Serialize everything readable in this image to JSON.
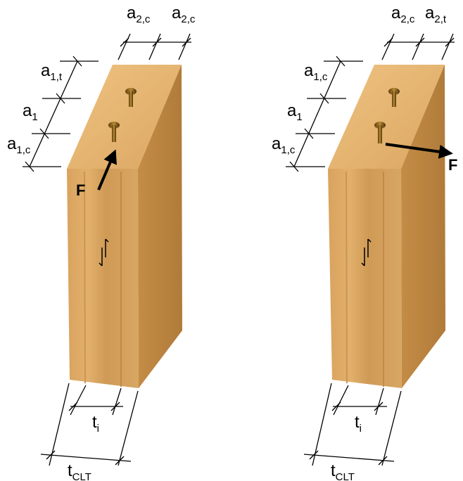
{
  "colors": {
    "wood_top": "#e7b56f",
    "wood_front": "#d7a566",
    "wood_side": "#c38e4a",
    "screw": "#9c6b1c",
    "ink": "#000000"
  },
  "panels": [
    {
      "id": "left",
      "labels": {
        "a1t_base": "a",
        "a1t_sub": "1,t",
        "a1_base": "a",
        "a1_sub": "1",
        "a1c_base": "a",
        "a1c_sub": "1,c",
        "a2c1_base": "a",
        "a2c1_sub": "2,c",
        "a2c2_base": "a",
        "a2c2_sub": "2,c",
        "force": "F",
        "ti_base": "t",
        "ti_sub": "i",
        "tclt_base": "t",
        "tclt_sub": "CLT"
      }
    },
    {
      "id": "right",
      "labels": {
        "a1t_base": "a",
        "a1t_sub": "1,c",
        "a1_base": "a",
        "a1_sub": "1",
        "a1c_base": "a",
        "a1c_sub": "1,c",
        "a2c1_base": "a",
        "a2c1_sub": "2,c",
        "a2c2_base": "a",
        "a2c2_sub": "2,t",
        "force": "F",
        "ti_base": "t",
        "ti_sub": "i",
        "tclt_base": "t",
        "tclt_sub": "CLT"
      }
    }
  ]
}
